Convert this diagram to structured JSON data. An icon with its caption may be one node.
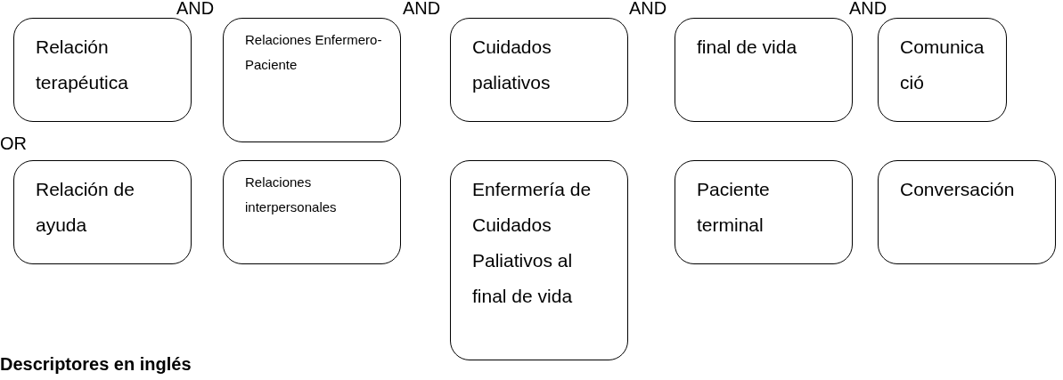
{
  "diagram": {
    "nodes": [
      {
        "text": [
          "Relación terapéutica"
        ]
      },
      {
        "text": [
          "Relaciones Enfermero-Paciente"
        ]
      },
      {
        "text": [
          "Cuidados paliativos"
        ]
      },
      {
        "text": [
          "final de vida"
        ]
      },
      {
        "text": [
          "Comunicació"
        ]
      },
      {
        "text": [
          "Relación de ayuda"
        ]
      },
      {
        "text": [
          "Relaciones interpersonales"
        ]
      },
      {
        "text": [
          "Enfermería de Cuidados Paliativos al final de vida"
        ]
      },
      {
        "text": [
          "Paciente terminal"
        ]
      },
      {
        "text": [
          "Conversación"
        ]
      }
    ],
    "edges": [],
    "labels": [
      "AND",
      "AND",
      "AND",
      "AND",
      "OR",
      "Descriptores en inglés"
    ]
  }
}
